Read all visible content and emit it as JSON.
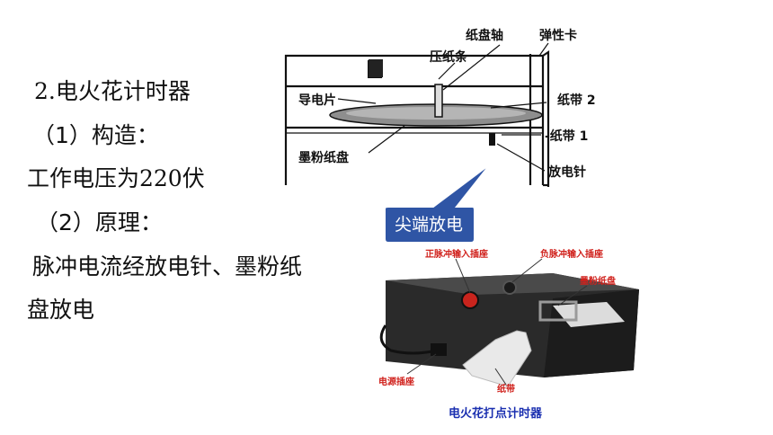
{
  "left_text": {
    "heading": "2.电火花计时器",
    "construction_label": "（1）构造：",
    "voltage_text": "工作电压为220伏",
    "principle_label": "（2）原理：",
    "principle_line1": "脉冲电流经放电针、墨粉纸",
    "principle_line2": "盘放电"
  },
  "top_diagram": {
    "labels": {
      "paper_disk_axis": "纸盘轴",
      "spring_clip": "弹性卡",
      "press_strip": "压纸条",
      "conductor": "导电片",
      "tape2": "纸带 2",
      "tape1": "-纸带 1",
      "ink_disk": "墨粉纸盘",
      "needle": "放电针"
    },
    "callout": "尖端放电"
  },
  "bottom_diagram": {
    "labels": {
      "pos_socket": "正脉冲输入插座",
      "neg_socket": "负脉冲输入插座",
      "ink_disk": "墨粉纸盘",
      "power_socket": "电源插座",
      "tape": "纸带"
    },
    "caption": "电火花打点计时器"
  },
  "colors": {
    "callout_fill": "#2f55a5",
    "callout_border": "#ffffff",
    "label_red": "#d0211c",
    "caption_blue": "#1a2fb0",
    "device_body": "#2a2a2a"
  }
}
